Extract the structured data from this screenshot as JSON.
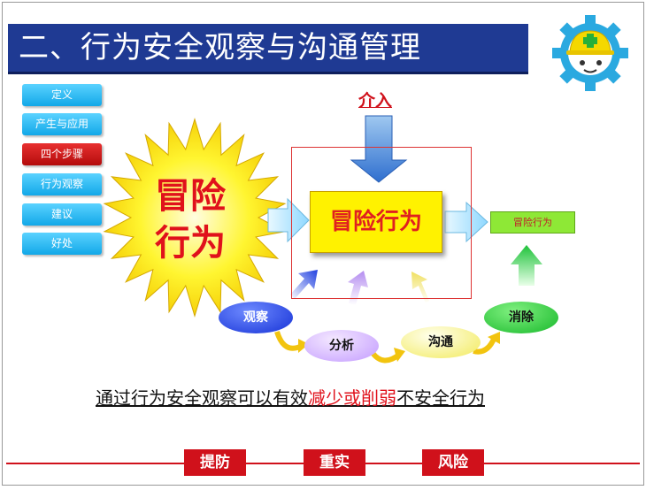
{
  "title": "二、行为安全观察与沟通管理",
  "sidebar": {
    "items": [
      {
        "label": "定义",
        "active": false
      },
      {
        "label": "产生与应用",
        "active": false
      },
      {
        "label": "四个步骤",
        "active": true
      },
      {
        "label": "行为观察",
        "active": false
      },
      {
        "label": "建议",
        "active": false
      },
      {
        "label": "好处",
        "active": false
      }
    ]
  },
  "diagram": {
    "sun_label_line1": "冒险",
    "sun_label_line2": "行为",
    "intervene": "介入",
    "center_label": "冒险行为",
    "result_label": "冒险行为",
    "steps": {
      "observe": "观察",
      "analyze": "分析",
      "communicate": "沟通",
      "eliminate": "消除"
    }
  },
  "summary": {
    "prefix": "通过行为安全观察可以有效",
    "emphasis": "减少或削弱",
    "suffix": "不安全行为"
  },
  "footer": {
    "buttons": [
      "提防",
      "重实",
      "风险"
    ]
  },
  "colors": {
    "title_bar": "#1f3a93",
    "accent_red": "#d0111b",
    "sun_yellow": "#fff200",
    "side_blue": "#12a8e8"
  }
}
